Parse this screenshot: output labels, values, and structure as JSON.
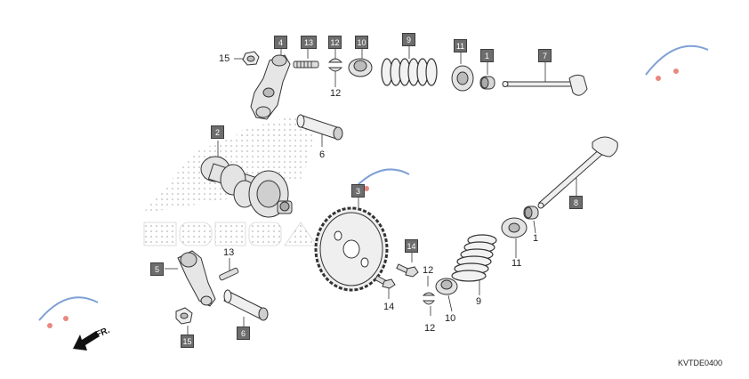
{
  "callouts": {
    "c2": "2",
    "c3": "3",
    "c4": "4",
    "c5": "5",
    "c6a": "6",
    "c6b": "6",
    "c7": "7",
    "c8": "8",
    "c9a": "9",
    "c9b": "9",
    "c10a": "10",
    "c10b": "10",
    "c11a": "11",
    "c11b": "11",
    "c12a": "12",
    "c12b": "12",
    "c12c": "12",
    "c12d": "12",
    "c13a": "13",
    "c13b": "13",
    "c14a": "14",
    "c14b": "14",
    "c15a": "15",
    "c15b": "15",
    "c1a": "1",
    "c1b": "1"
  },
  "direction_label": "FR.",
  "diagram_code": "KVTDE0400",
  "colors": {
    "box_fill": "#6d6d6d",
    "line": "#333333",
    "watermark_red": "#e0574a",
    "watermark_blue": "#4a78c4"
  }
}
